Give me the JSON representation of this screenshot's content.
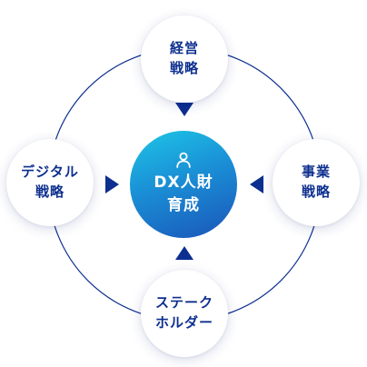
{
  "diagram": {
    "center": {
      "icon": "person-icon",
      "line1": "DX人財",
      "line2": "育成"
    },
    "nodes": {
      "top": {
        "line1": "経営",
        "line2": "戦略"
      },
      "right": {
        "line1": "事業",
        "line2": "戦略"
      },
      "bottom": {
        "line1": "ステーク",
        "line2": "ホルダー"
      },
      "left": {
        "line1": "デジタル",
        "line2": "戦略"
      }
    },
    "colors": {
      "ring": "#0d2f8f",
      "arrow": "#0d2f8f",
      "text": "#0d2f8f",
      "center_gradient_start": "#1ec6e6",
      "center_gradient_end": "#1a55b8"
    }
  }
}
